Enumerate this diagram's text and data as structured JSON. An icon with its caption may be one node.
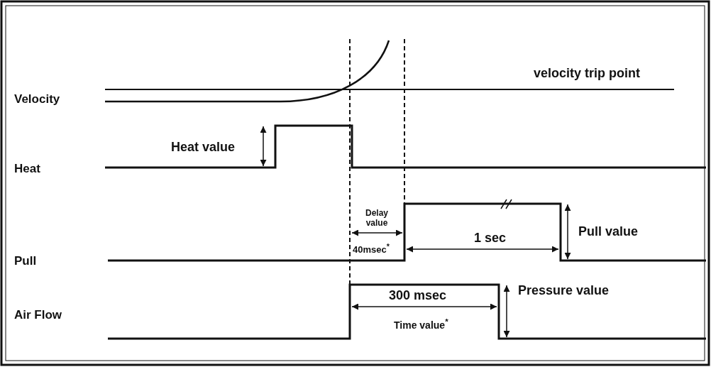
{
  "diagram": {
    "labels": [
      "velocity trip point",
      "Velocity",
      "Heat value",
      "Heat",
      "Delay value",
      "1 sec",
      "Pull value",
      "40msec$^{*}$",
      "Pull",
      "300 msec",
      "Pressure value",
      "Time value$^{*}$",
      "Air Flow"
    ]
  }
}
